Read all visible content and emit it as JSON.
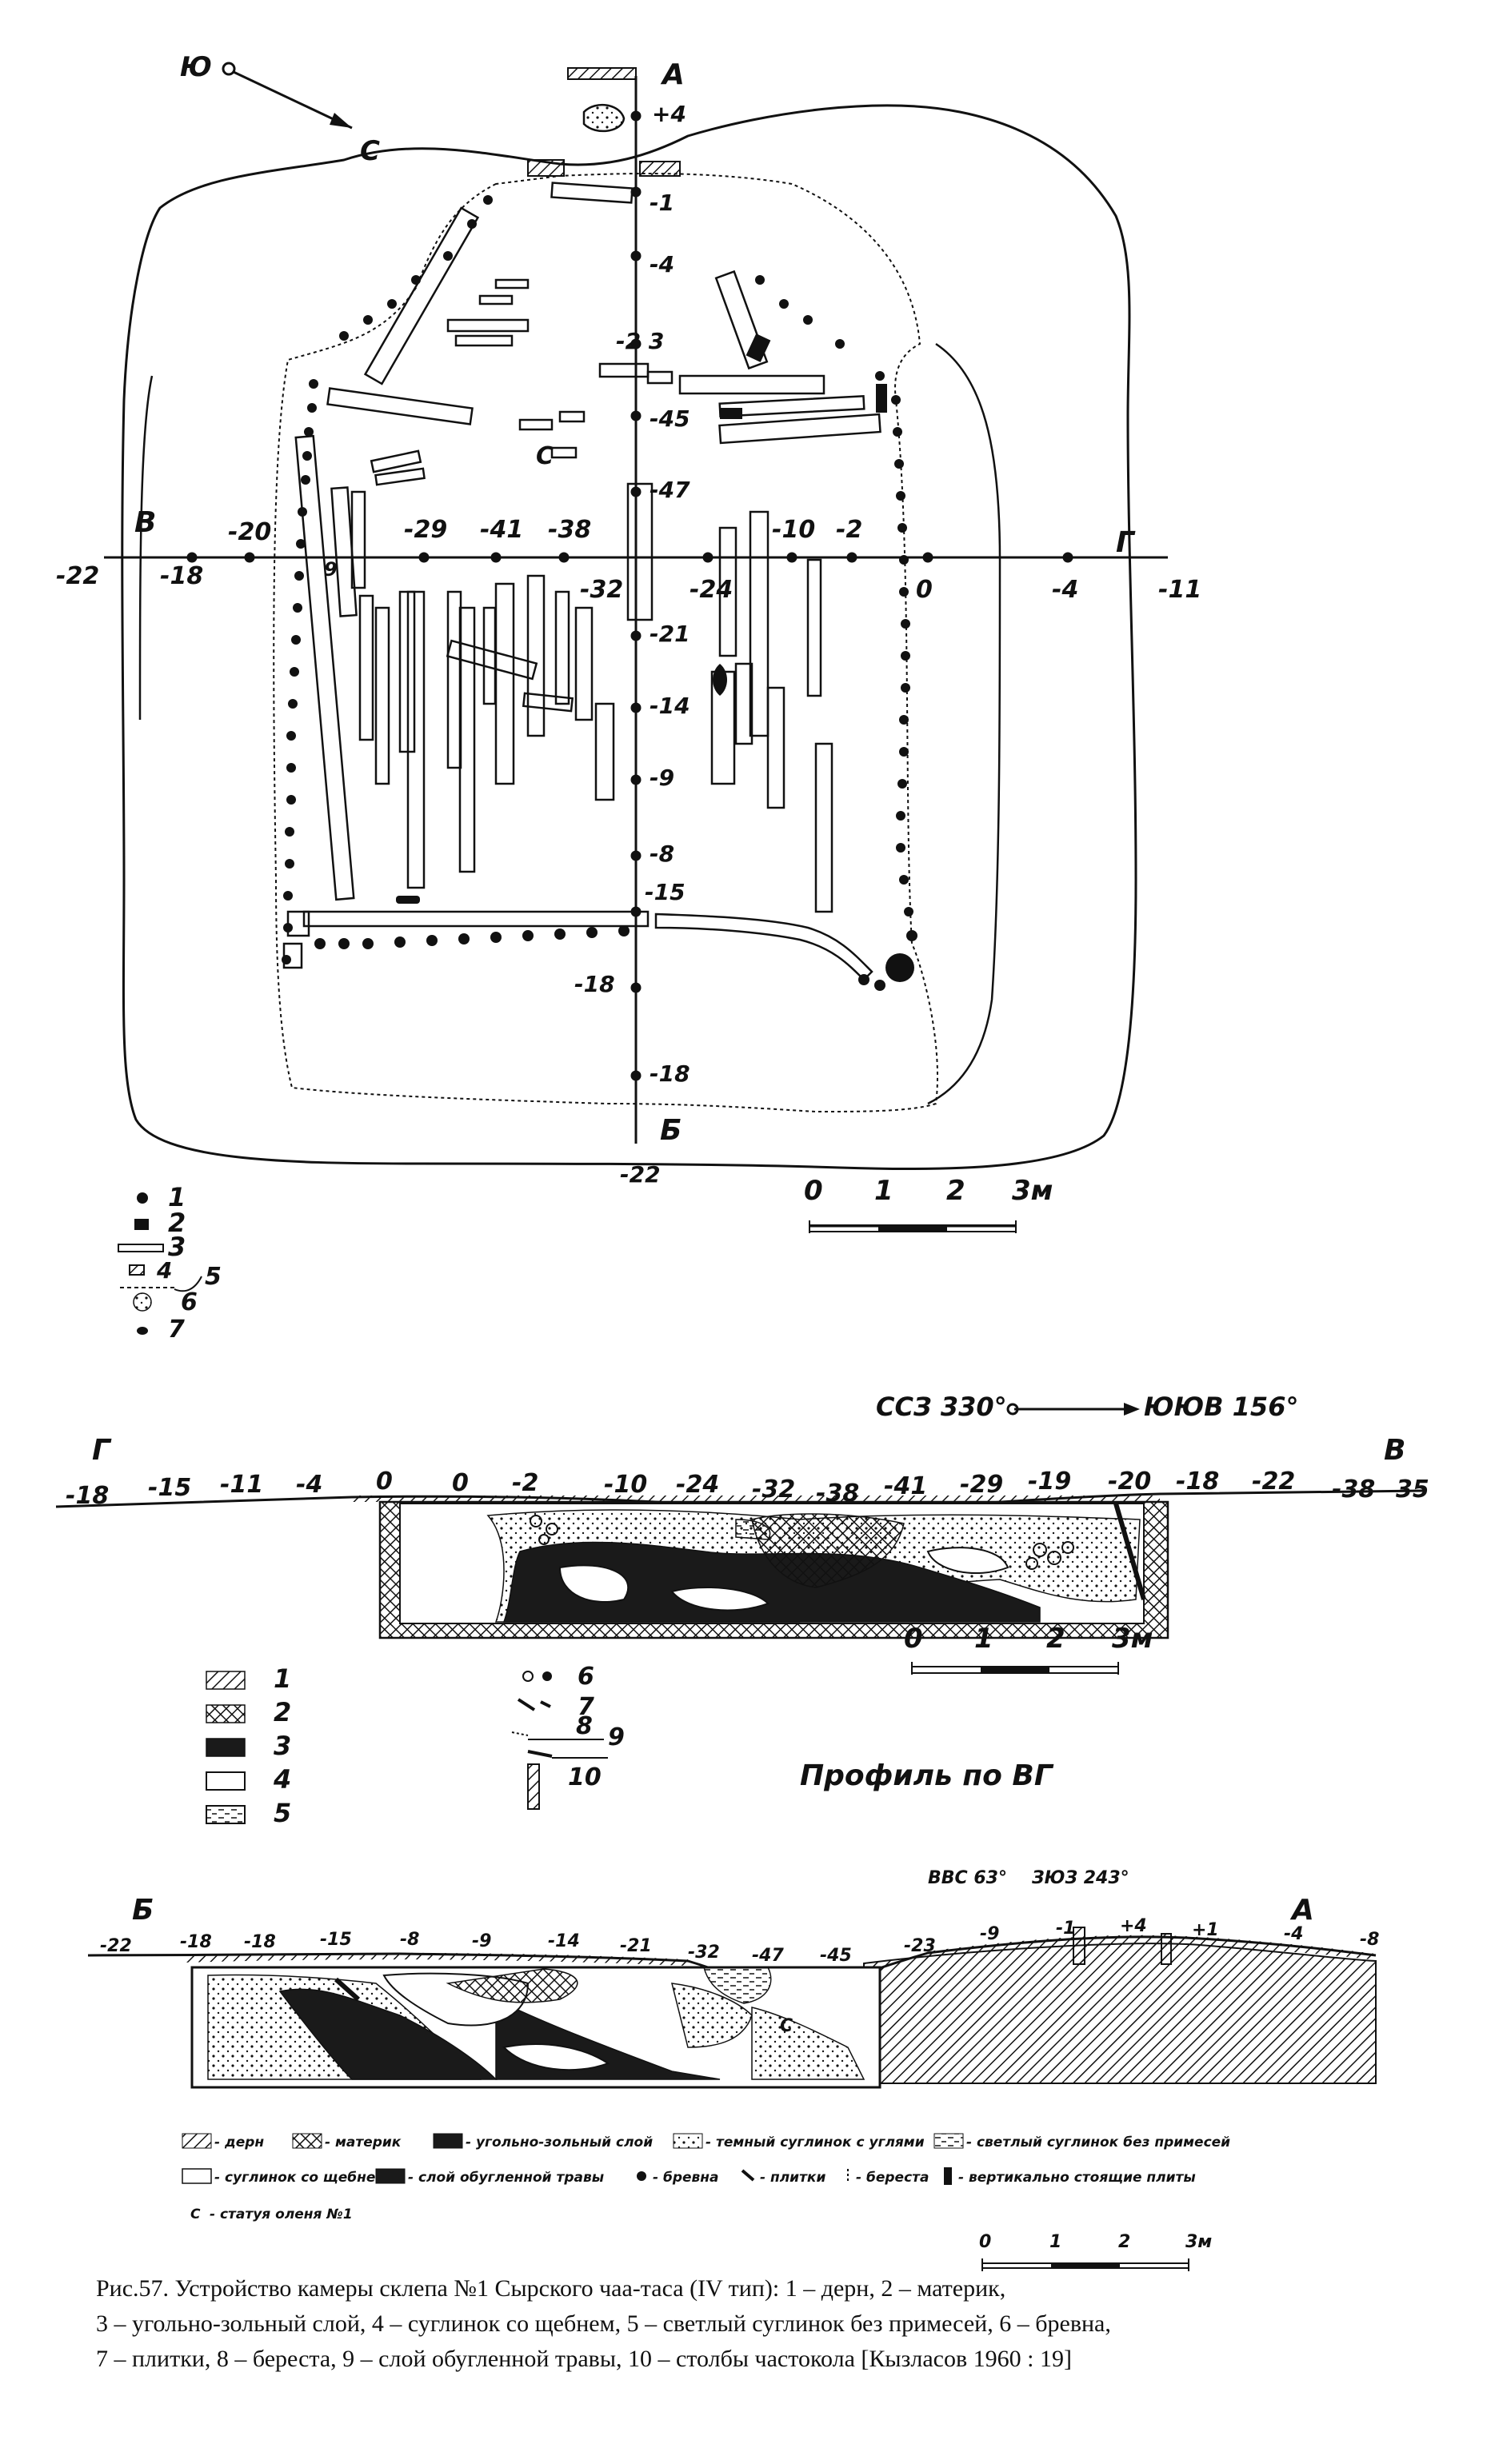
{
  "plan": {
    "compass": {
      "south": "Ю",
      "north": "С"
    },
    "axis_labels": {
      "a": "А",
      "b": "Б",
      "v": "В",
      "g": "Г"
    },
    "vertical_marks": [
      "+4",
      "-1",
      "-4",
      "-2 3",
      "-45",
      "-47",
      "-21",
      "-14",
      "-9",
      "-8",
      "-15",
      "-18",
      "-18",
      "-22"
    ],
    "horizontal_marks": [
      "-22",
      "-18",
      "-20",
      "-29",
      "-41",
      "-38",
      "-32",
      "-24",
      "-10",
      "-2",
      "0",
      "-4",
      "-11"
    ],
    "statue_mark": "С",
    "legend": [
      {
        "num": "1"
      },
      {
        "num": "2"
      },
      {
        "num": "3"
      },
      {
        "num": "4"
      },
      {
        "num": "5"
      },
      {
        "num": "6"
      },
      {
        "num": "7"
      }
    ],
    "scale_labels": [
      "0",
      "1",
      "2",
      "3м"
    ]
  },
  "profile_vg": {
    "orientation_left": "ССЗ 330°",
    "orientation_right": "ЮЮВ 156°",
    "end_left": "Г",
    "end_right": "В",
    "marks": [
      "-18",
      "-15",
      "-11",
      "-4",
      "0",
      "0",
      "-2",
      "-10",
      "-24",
      "-32",
      "-38",
      "-41",
      "-29",
      "-19",
      "-20",
      "-18",
      "-22",
      "-38",
      "35"
    ],
    "legend_left": [
      "1",
      "2",
      "3",
      "4",
      "5"
    ],
    "legend_right": [
      "6",
      "7",
      "8",
      "9",
      "10"
    ],
    "scale_labels": [
      "0",
      "1",
      "2",
      "3м"
    ],
    "title": "Профиль по ВГ"
  },
  "profile_ba": {
    "orientation_left": "ВВС 63°",
    "orientation_right": "ЗЮЗ 243°",
    "end_left": "Б",
    "end_right": "А",
    "marks": [
      "-22",
      "-18",
      "-18",
      "-15",
      "-8",
      "-9",
      "-14",
      "-21",
      "-32",
      "-47",
      "-45",
      "-23",
      "-9",
      "-1",
      "+4",
      "+1",
      "-4",
      "-8"
    ],
    "legend_row1": [
      "- дерн",
      "- материк",
      "- угольно-зольный слой",
      "- темный суглинок с углями",
      "- светлый суглинок без примесей"
    ],
    "legend_row2": [
      "- суглинок со щебнем",
      "- слой обугленной травы",
      "- бревна",
      "- плитки",
      "- береста",
      "- вертикально стоящие плиты"
    ],
    "legend_row3": [
      "- статуя оленя №1"
    ],
    "statue_symbol": "С",
    "scale_labels": [
      "0",
      "1",
      "2",
      "3м"
    ]
  },
  "caption": {
    "line1": "Рис.57. Устройство камеры склепа №1 Сырского чаа-таса (IV тип): 1 – дерн, 2 – материк,",
    "line2": "3 – угольно-зольный слой, 4 – суглинок со щебнем, 5 – светлый суглинок без примесей, 6 – бревна,",
    "line3": "7 – плитки, 8 – береста, 9 – слой обугленной травы, 10 – столбы частокола [Кызласов 1960 : 19]"
  },
  "colors": {
    "ink": "#111111",
    "paper": "#ffffff"
  }
}
